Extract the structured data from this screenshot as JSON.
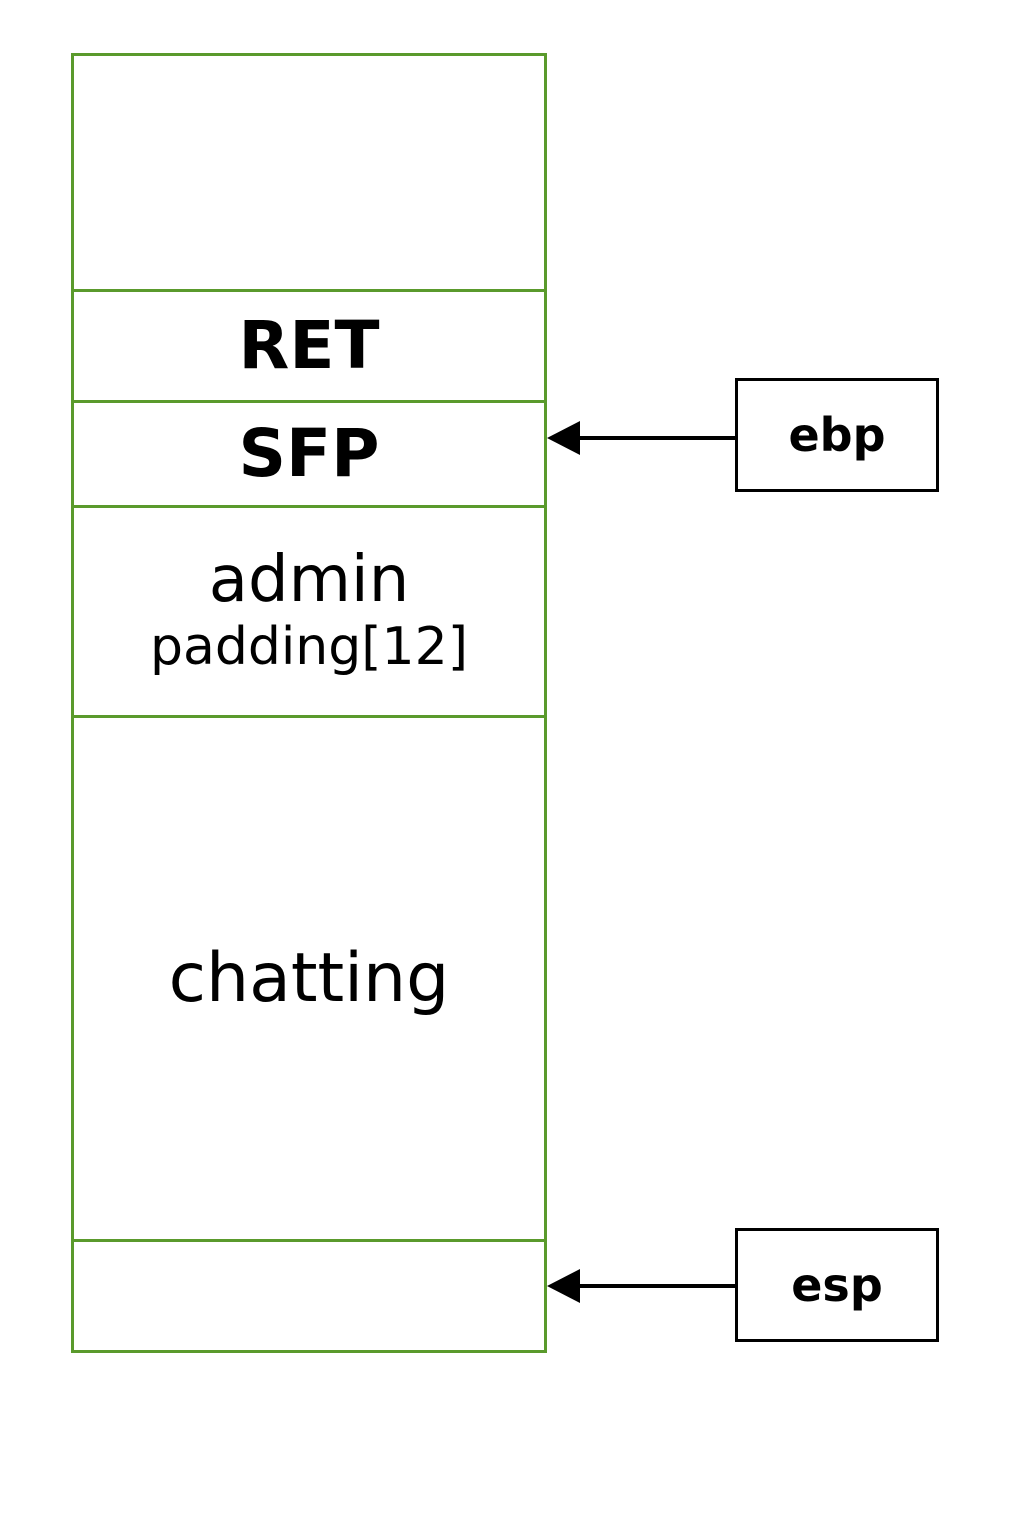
{
  "stack": {
    "cells": {
      "top": "",
      "ret": "RET",
      "sfp": "SFP",
      "admin": "admin",
      "padding": "padding[12]",
      "chatting": "chatting",
      "bottom": ""
    }
  },
  "registers": {
    "ebp": "ebp",
    "esp": "esp"
  },
  "colors": {
    "stack_border": "#5a9a2c",
    "arrow": "#000000"
  }
}
